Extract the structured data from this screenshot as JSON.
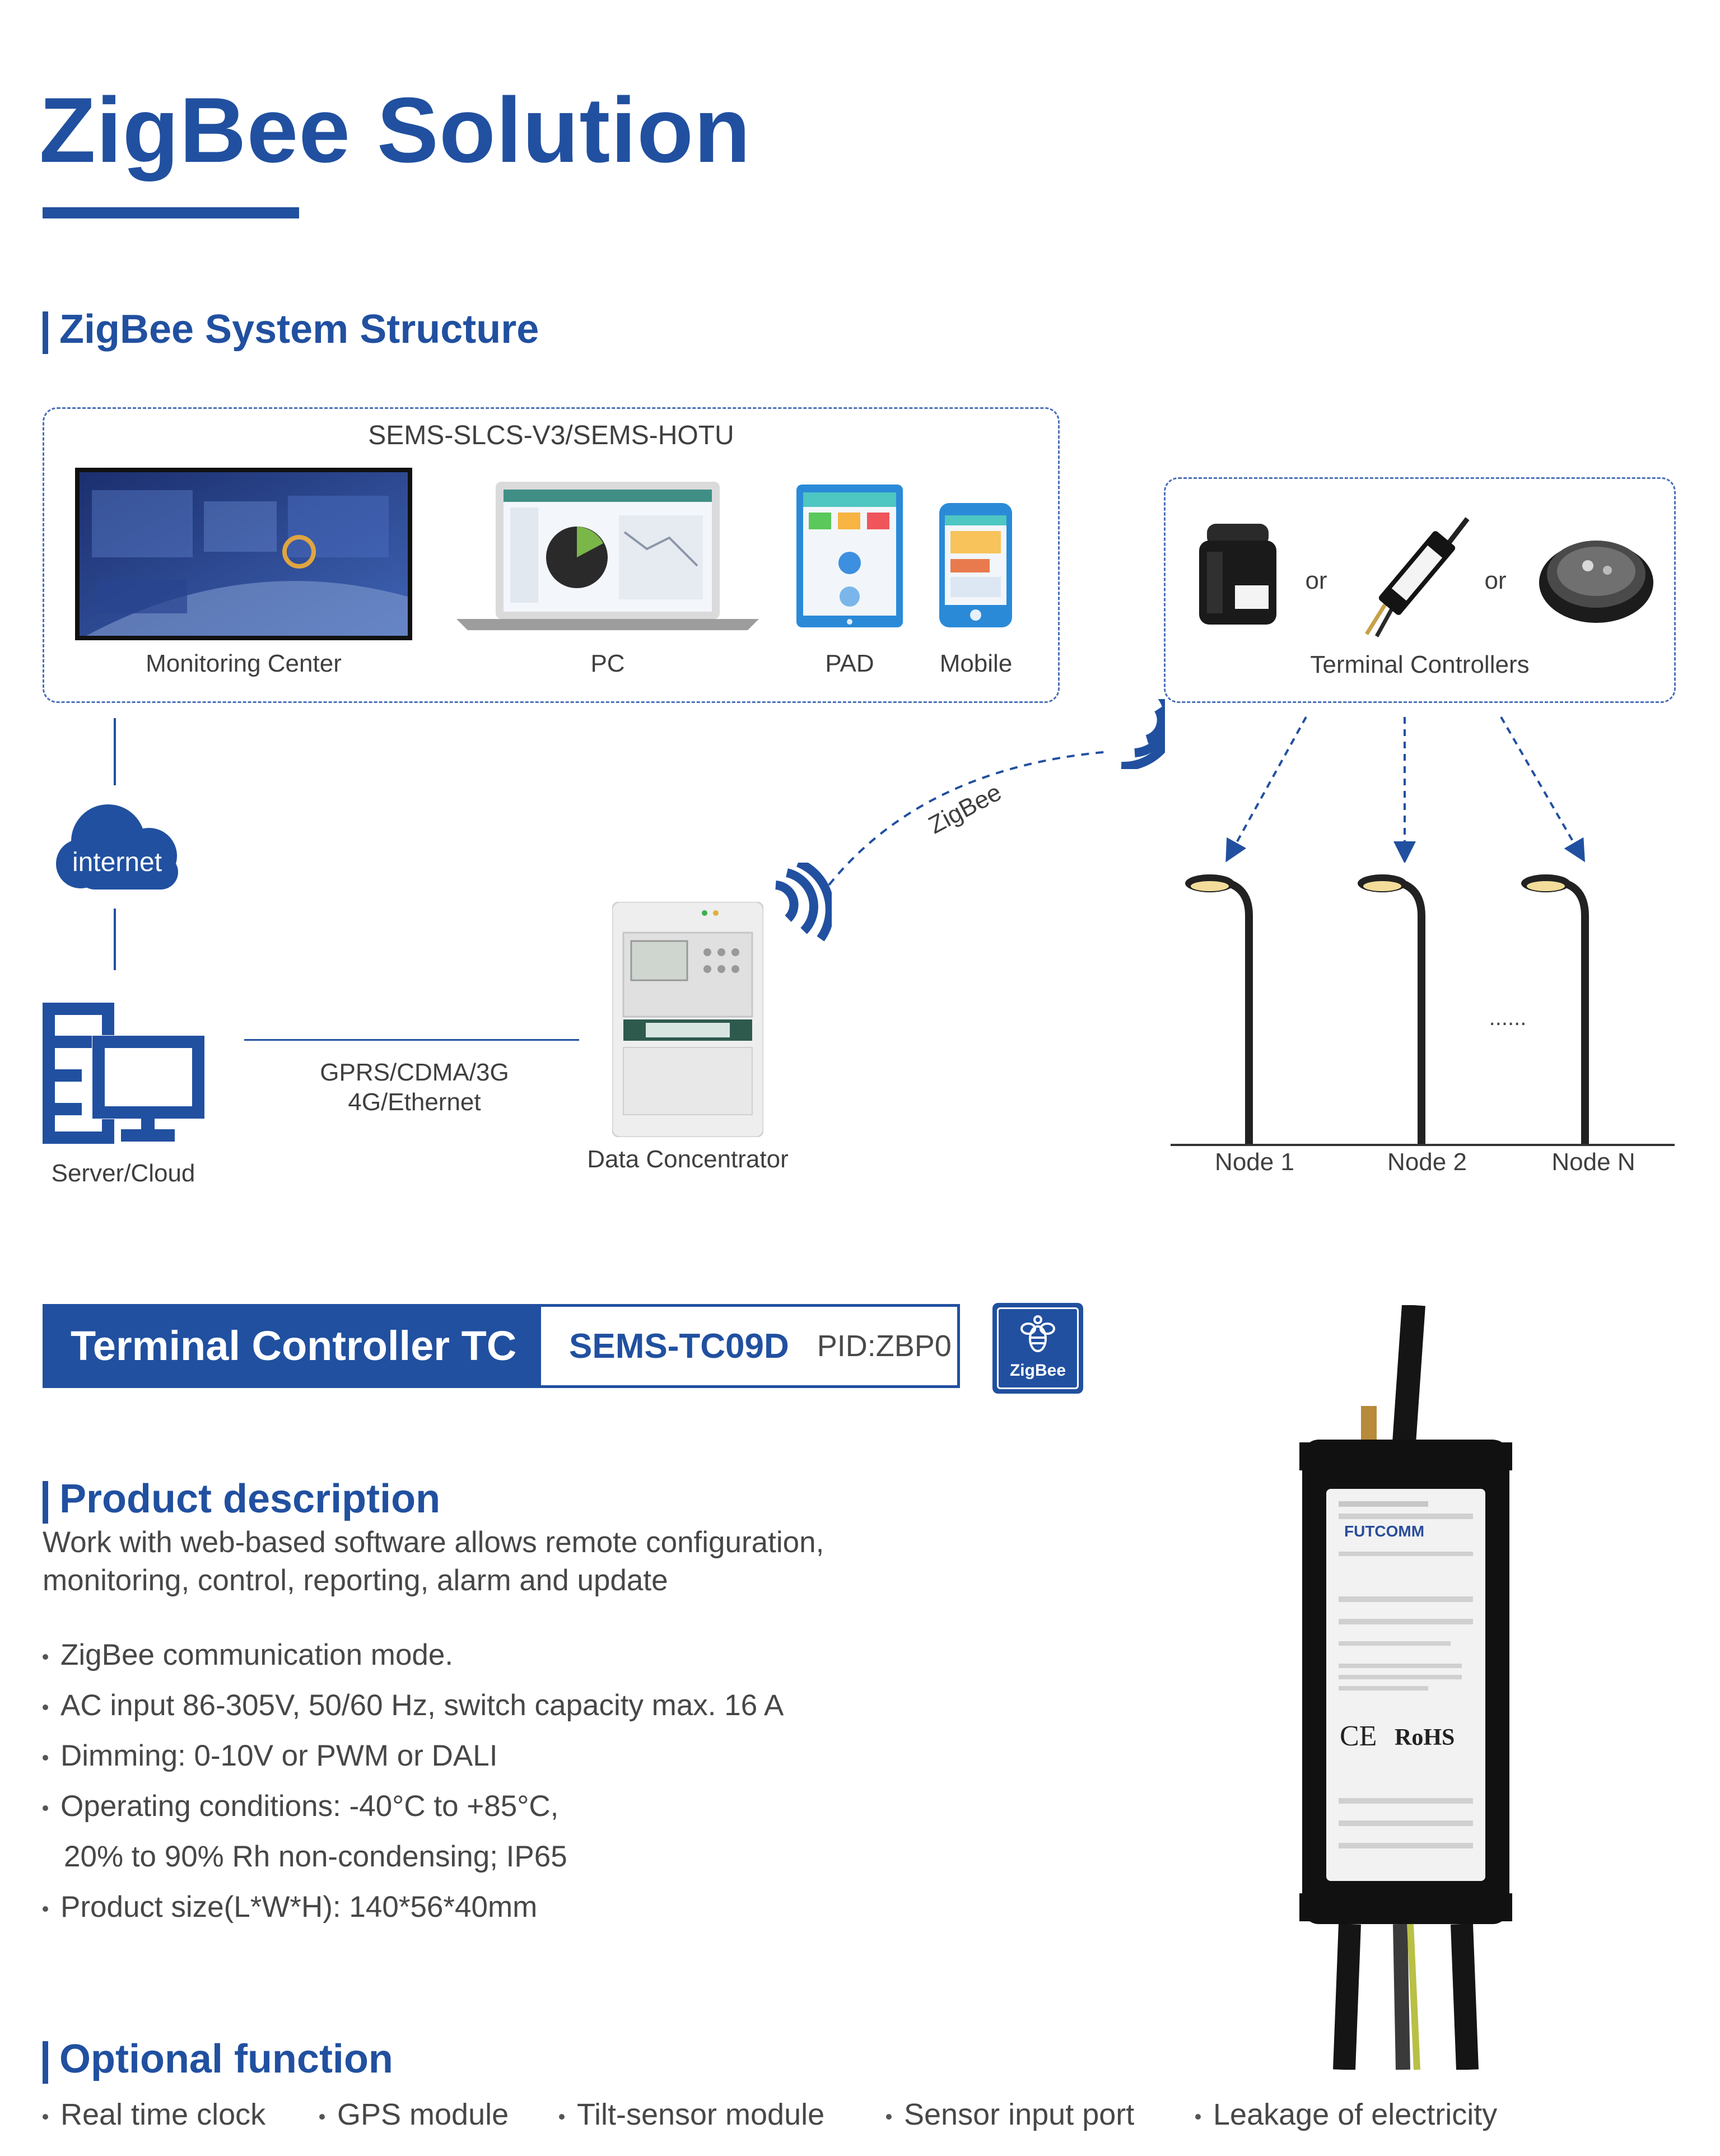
{
  "header": {
    "title": "ZigBee Solution"
  },
  "system": {
    "heading": "ZigBee System Structure",
    "platform_label": "SEMS-SLCS-V3/SEMS-HOTU",
    "devices": {
      "monitoring": "Monitoring Center",
      "pc": "PC",
      "pad": "PAD",
      "mobile": "Mobile"
    },
    "terminal": {
      "label": "Terminal Controllers",
      "or1": "or",
      "or2": "or"
    },
    "internet": "internet",
    "server": "Server/Cloud",
    "link_line1": "GPRS/CDMA/3G",
    "link_line2": "4G/Ethernet",
    "concentrator": "Data Concentrator",
    "zigbee_link": "ZigBee",
    "nodes": [
      "Node 1",
      "Node 2",
      "Node N"
    ],
    "ellipsis": "......"
  },
  "product": {
    "name": "Terminal Controller TC",
    "model": "SEMS-TC09D",
    "pid": "PID:ZBP0",
    "badge": "ZigBee",
    "desc_heading": "Product description",
    "desc_line1": "Work with web-based software allows remote configuration,",
    "desc_line2": "monitoring, control, reporting, alarm and update",
    "bullets": [
      "ZigBee communication mode.",
      "AC input 86-305V, 50/60 Hz, switch capacity  max. 16 A",
      "Dimming: 0-10V or PWM or DALI",
      "Operating conditions: -40°C to +85°C,",
      "20% to 90% Rh non-condensing; IP65",
      "Product size(L*W*H): 140*56*40mm"
    ],
    "label_brand": "FUTCOMM",
    "label_ce": "CE",
    "label_rohs": "RoHS"
  },
  "optional": {
    "heading": "Optional function",
    "items": [
      "Real time clock",
      "GPS module",
      "Tilt-sensor module",
      "Sensor input port",
      "Leakage of electricity"
    ]
  },
  "colors": {
    "brand_blue": "#2150a0",
    "text_gray": "#474747"
  }
}
